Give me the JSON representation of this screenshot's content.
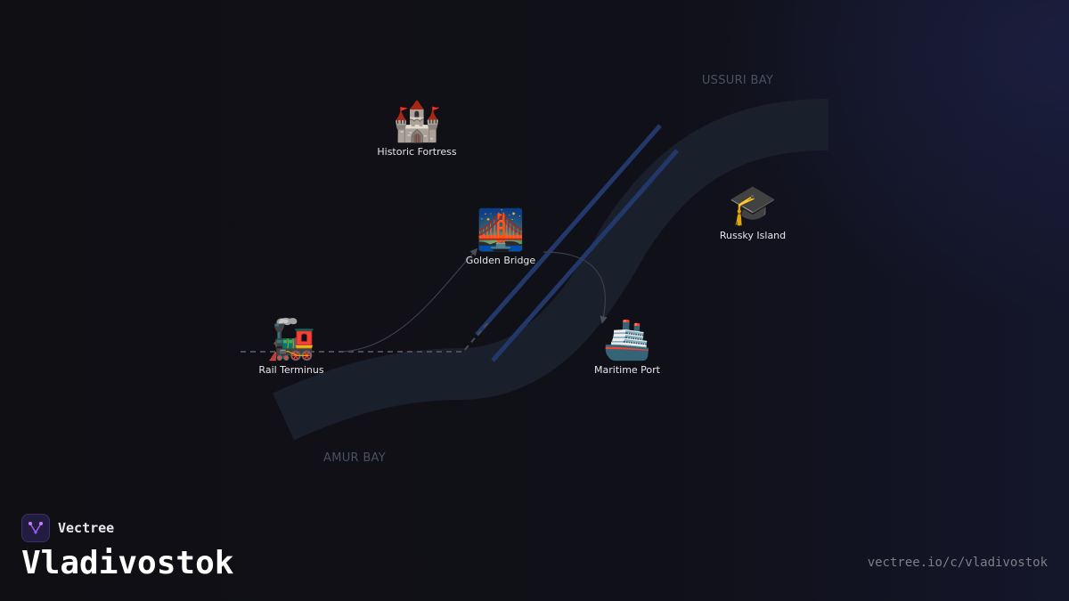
{
  "map": {
    "water_labels": {
      "ussuri": "USSURI BAY",
      "amur": "AMUR BAY"
    },
    "landmarks": [
      {
        "id": "historic-fortress",
        "emoji": "🏰",
        "label": "Historic Fortress",
        "icon": "castle-icon"
      },
      {
        "id": "golden-bridge",
        "emoji": "🌉",
        "label": "Golden Bridge",
        "icon": "bridge-at-night-icon"
      },
      {
        "id": "russky-island",
        "emoji": "🎓",
        "label": "Russky Island",
        "icon": "graduation-cap-icon"
      },
      {
        "id": "rail-terminus",
        "emoji": "🚂",
        "label": "Rail Terminus",
        "icon": "steam-locomotive-icon"
      },
      {
        "id": "maritime-port",
        "emoji": "🚢",
        "label": "Maritime Port",
        "icon": "ship-icon"
      }
    ],
    "colors": {
      "background": "#0f0f14",
      "bay_band": "#1a1f2c",
      "bridge": "#23386a",
      "route_line": "#4a4e5a",
      "label_text": "#e6e6ea",
      "water_text": "#4a5163"
    }
  },
  "brand": {
    "name": "Vectree",
    "icon": "vectree-logo-icon"
  },
  "title": "Vladivostok",
  "url": "vectree.io/c/vladivostok"
}
